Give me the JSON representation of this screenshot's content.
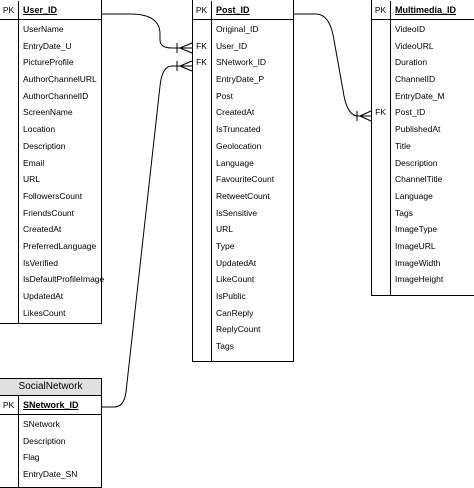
{
  "user": {
    "key_label": "PK",
    "primary_key": "User_ID",
    "attributes": [
      "UserName",
      "EntryDate_U",
      "PictureProfile",
      "AuthorChannelURL",
      "AuthorChannelID",
      "ScreenName",
      "Location",
      "Description",
      "Email",
      "URL",
      "FollowersCount",
      "FriendsCount",
      "CreatedAt",
      "PreferredLanguage",
      "IsVerified",
      "IsDefaultProfileImage",
      "UpdatedAt",
      "LikesCount"
    ]
  },
  "post": {
    "key_label": "PK",
    "primary_key": "Post_ID",
    "fk_label": "FK",
    "attributes": [
      "Original_ID",
      "User_ID",
      "SNetwork_ID",
      "EntryDate_P",
      "Post",
      "CreatedAt",
      "IsTruncated",
      "Geolocation",
      "Language",
      "FavouriteCount",
      "RetweetCount",
      "IsSensitive",
      "URL",
      "Type",
      "UpdatedAt",
      "LikeCount",
      "IsPublic",
      "CanReply",
      "ReplyCount",
      "Tags"
    ]
  },
  "multimedia": {
    "key_label": "PK",
    "primary_key": "Multimedia_ID",
    "fk_label": "FK",
    "attributes": [
      "VideoID",
      "VideoURL",
      "Duration",
      "ChannelID",
      "EntryDate_M",
      "Post_ID",
      "PublishedAt",
      "Title",
      "Description",
      "ChannelTitle",
      "Language",
      "Tags",
      "ImageType",
      "ImageURL",
      "ImageWidth",
      "ImageHeight"
    ]
  },
  "social_network": {
    "title": "SocialNetwork",
    "key_label": "PK",
    "primary_key": "SNetwork_ID",
    "attributes": [
      "SNetwork",
      "Description",
      "Flag",
      "EntryDate_SN"
    ]
  }
}
